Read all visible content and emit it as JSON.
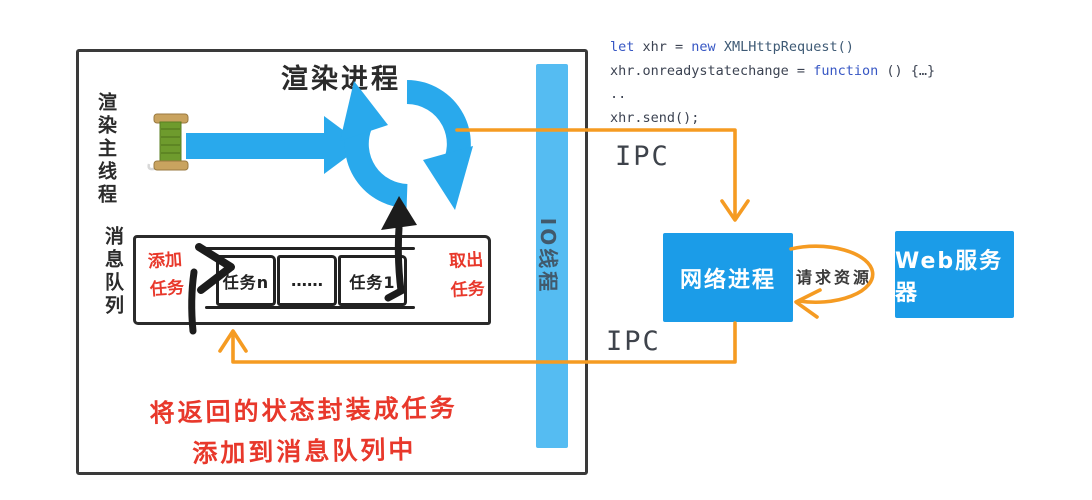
{
  "colors": {
    "accent_blue": "#29a9ec",
    "io_bar_blue": "#55bcf2",
    "box_blue": "#1b9ce8",
    "arrow_orange": "#f59b22",
    "hand_red": "#e8382b",
    "ink": "#2e2e2e"
  },
  "render_process": {
    "title": "渲染进程",
    "main_thread_label": "渲染主线程",
    "caption_line1": "将返回的状态封装成任务",
    "caption_line2": "添加到消息队列中"
  },
  "message_queue": {
    "label": "消息队列",
    "add_task_line1": "添加",
    "add_task_line2": "任务",
    "take_task_line1": "取出",
    "take_task_line2": "任务",
    "tasks": [
      "任务n",
      "……",
      "任务1"
    ]
  },
  "io_thread": {
    "label": "IO线程"
  },
  "ipc": {
    "send_label": "IPC",
    "return_label": "IPC"
  },
  "network": {
    "process_label": "网络进程",
    "server_label": "Web服务器",
    "request_label": "请求资源"
  },
  "code": {
    "lines": [
      [
        {
          "t": "let ",
          "c": "kw"
        },
        {
          "t": "xhr = ",
          "c": "pl"
        },
        {
          "t": "new ",
          "c": "kw"
        },
        {
          "t": "XMLHttpRequest()",
          "c": "cl"
        }
      ],
      [
        {
          "t": "xhr.onreadystatechange = ",
          "c": "pl"
        },
        {
          "t": "function",
          "c": "kw"
        },
        {
          "t": " () {…}",
          "c": "pl"
        }
      ],
      [
        {
          "t": "..",
          "c": "pl"
        }
      ],
      [
        {
          "t": "xhr.send();",
          "c": "pl"
        }
      ]
    ]
  },
  "icons": {
    "event_loop": "sync-loop-icon",
    "main_thread": "thread-spool-icon"
  }
}
